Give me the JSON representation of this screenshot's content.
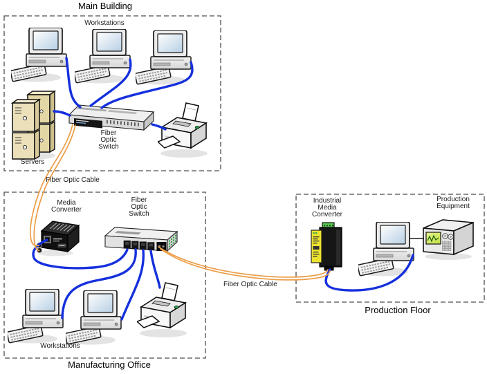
{
  "zones": {
    "main_building": {
      "title": "Main Building",
      "workstations_label": "Workstations",
      "servers_label": "Servers",
      "switch_label": "Fiber\nOptic\nSwitch"
    },
    "manufacturing_office": {
      "title": "Manufacturing Office",
      "media_converter_label": "Media\nConverter",
      "switch_label": "Fiber\nOptic\nSwitch",
      "workstations_label": "Workstations"
    },
    "production_floor": {
      "title": "Production Floor",
      "industrial_media_converter_label": "Industrial\nMedia\nConverter",
      "production_equipment_label": "Production\nEquipment"
    }
  },
  "cables": {
    "main_to_manufacturing_label": "Fiber Optic Cable",
    "manufacturing_to_production_label": "Fiber Optic Cable"
  },
  "icons": {
    "workstation": "desktop-computer-icon",
    "servers": "server-tower-stack-icon",
    "switch": "network-switch-icon",
    "printer": "printer-icon",
    "media_converter": "media-converter-icon",
    "industrial_media_converter": "industrial-media-converter-icon",
    "production_equipment": "industrial-controller-icon"
  },
  "colors": {
    "ethernet_cable_blue": "#1530dd",
    "fiber_cable_orange": "#ec9e48",
    "equipment_cable_black": "#1a1a1a",
    "zone_border": "#4d4d4d",
    "server_beige": "#ebe0ba",
    "converter_yellow": "#ece32e",
    "led_green": "#2fa648",
    "screen_green": "#c3e145"
  }
}
